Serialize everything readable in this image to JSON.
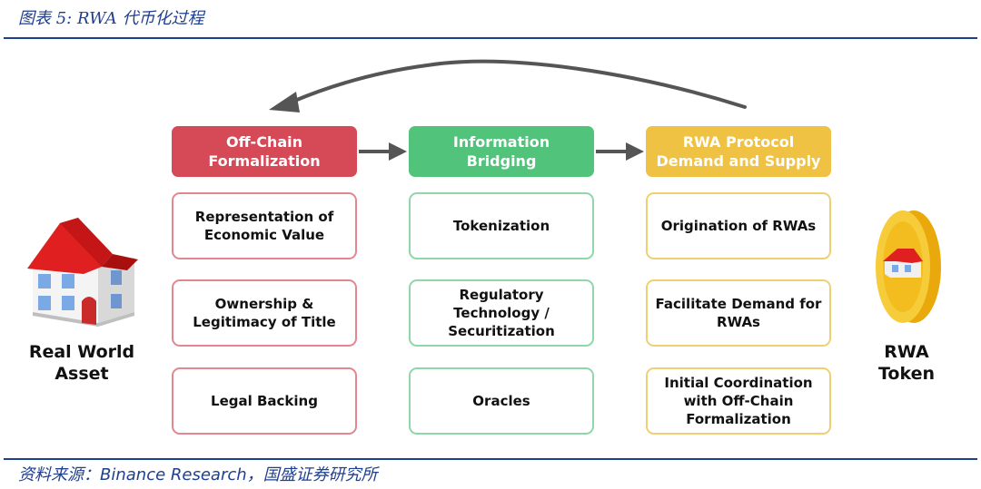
{
  "figure": {
    "title": "图表 5:  RWA 代币化过程",
    "source_prefix": "资料来源：",
    "source_en": "Binance Research",
    "source_suffix": "，国盛证券研究所"
  },
  "left_label": [
    "Real World",
    "Asset"
  ],
  "right_label": [
    "RWA",
    "Token"
  ],
  "columns": [
    {
      "color": "#d64a58",
      "border": "#e28790",
      "header": [
        "Off-Chain",
        "Formalization"
      ],
      "items": [
        [
          "Representation of",
          "Economic Value"
        ],
        [
          "Ownership &",
          "Legitimacy of Title"
        ],
        [
          "Legal Backing"
        ]
      ]
    },
    {
      "color": "#52c37b",
      "border": "#8fd6a8",
      "header": [
        "Information",
        "Bridging"
      ],
      "items": [
        [
          "Tokenization"
        ],
        [
          "Regulatory",
          "Technology /",
          "Securitization"
        ],
        [
          "Oracles"
        ]
      ]
    },
    {
      "color": "#f0c244",
      "border": "#efcf73",
      "header": [
        "RWA Protocol",
        "Demand and Supply"
      ],
      "items": [
        [
          "Origination of RWAs"
        ],
        [
          "Facilitate Demand for",
          "RWAs"
        ],
        [
          "Initial Coordination",
          "with Off-Chain",
          "Formalization"
        ]
      ]
    }
  ],
  "icons": {
    "house": "house-icon",
    "coin": "coin-icon"
  }
}
